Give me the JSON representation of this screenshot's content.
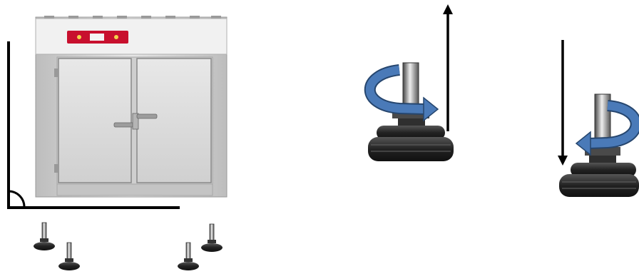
{
  "figure": {
    "cabinet": {
      "icon": "oven-cabinet-icon",
      "doors": 2,
      "panel_color": "#c8102e",
      "body_color": "#d9d9d9"
    },
    "feet_icon": "leveling-foot-icon",
    "adjustments": [
      {
        "direction": "up",
        "rotation": "clockwise",
        "icon": "rotate-arrow-icon"
      },
      {
        "direction": "down",
        "rotation": "counterclockwise",
        "icon": "rotate-arrow-icon"
      }
    ],
    "colors": {
      "arrow_blue": "#4a7ab8",
      "foot_dark": "#222222",
      "line": "#000000"
    }
  }
}
